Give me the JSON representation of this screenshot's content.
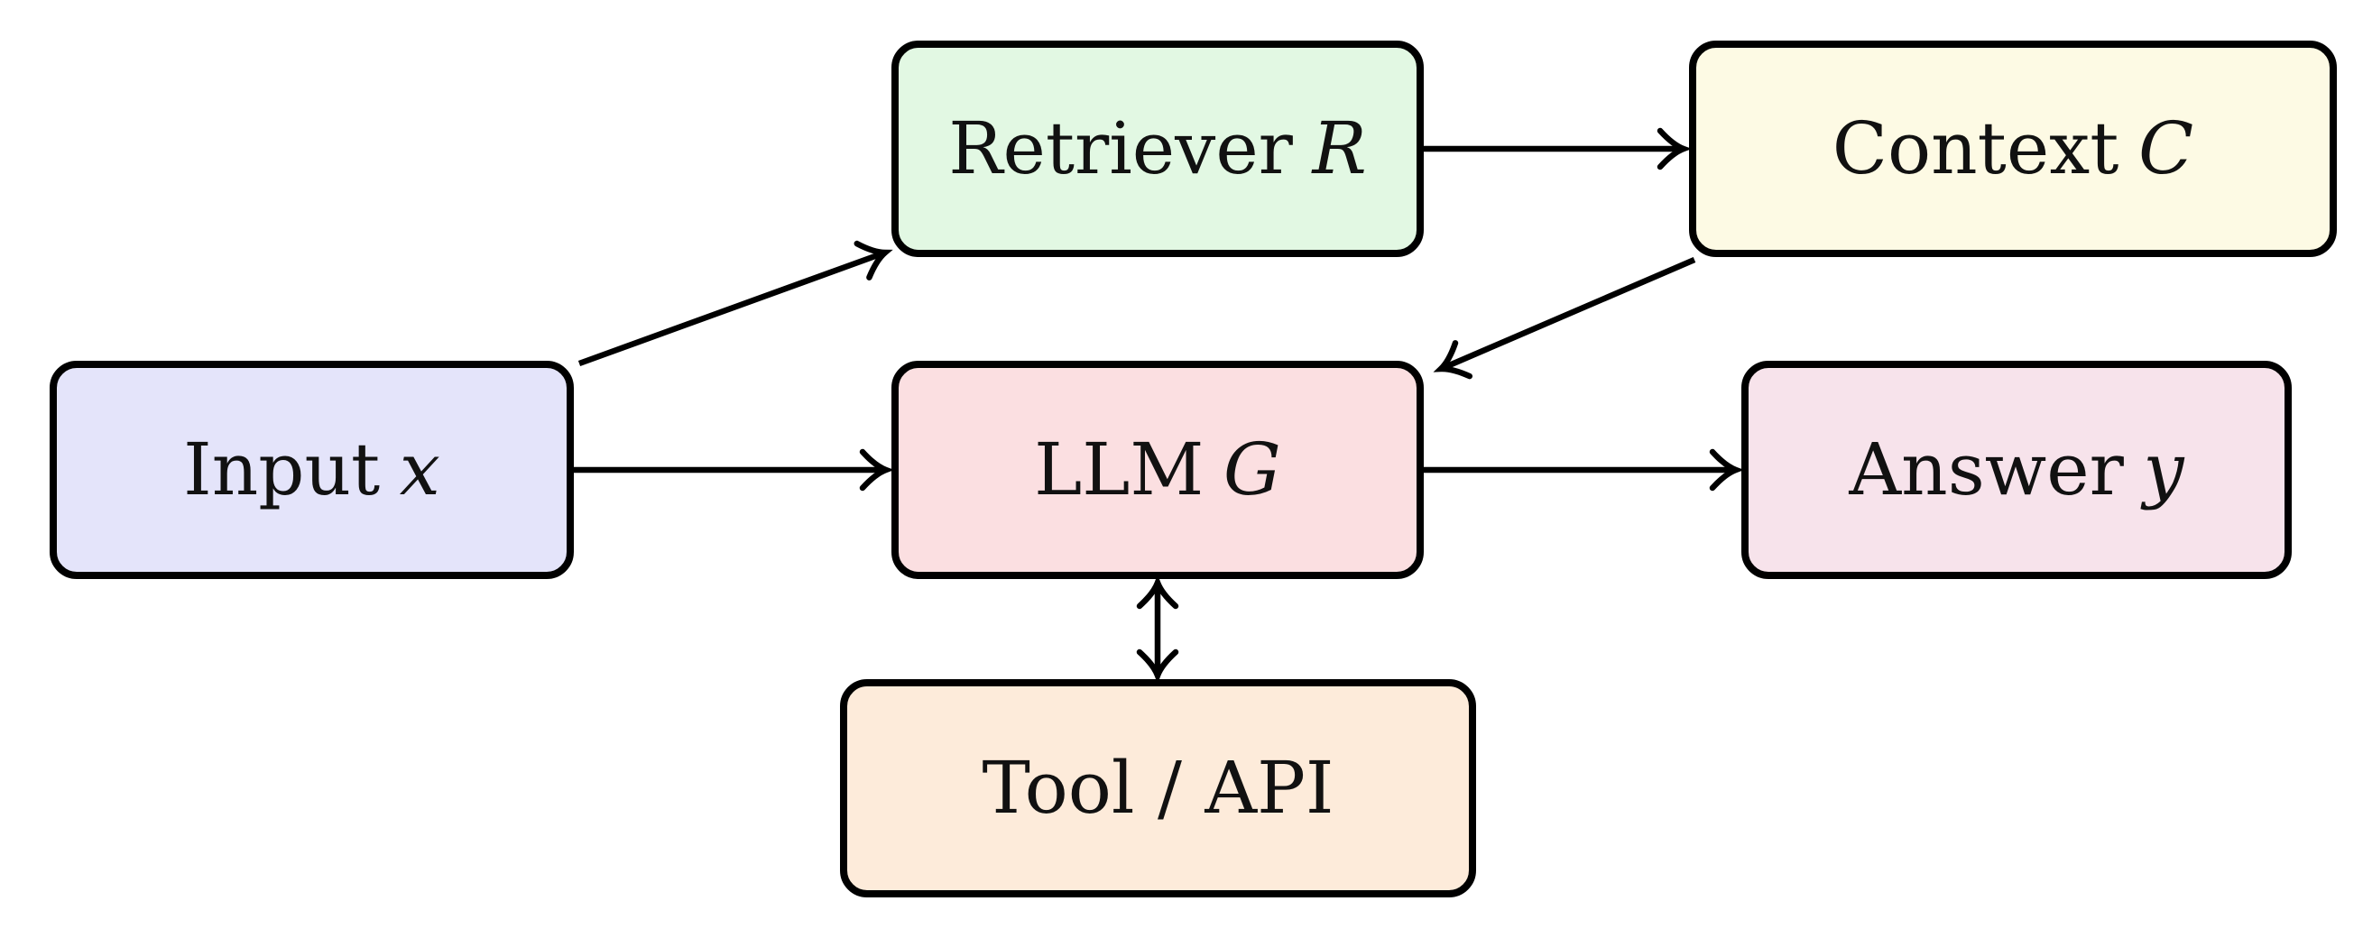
{
  "diagram": {
    "description": "Retrieval-augmented generation pipeline flow diagram",
    "nodes": [
      {
        "id": "input",
        "name": "Input",
        "var": "x",
        "fill": "#e4e4fa"
      },
      {
        "id": "retriever",
        "name": "Retriever",
        "var": "R",
        "fill": "#e2f8e3"
      },
      {
        "id": "context",
        "name": "Context",
        "var": "C",
        "fill": "#fdfae4"
      },
      {
        "id": "llm",
        "name": "LLM",
        "var": "G",
        "fill": "#fbdfe1"
      },
      {
        "id": "answer",
        "name": "Answer",
        "var": "y",
        "fill": "#f7e3eb"
      },
      {
        "id": "tool",
        "name": "Tool / API",
        "var": "",
        "fill": "#fdebda"
      }
    ],
    "edges": [
      {
        "from": "input",
        "to": "retriever",
        "style": "arrow"
      },
      {
        "from": "input",
        "to": "llm",
        "style": "arrow"
      },
      {
        "from": "retriever",
        "to": "context",
        "style": "arrow"
      },
      {
        "from": "context",
        "to": "llm",
        "style": "arrow"
      },
      {
        "from": "llm",
        "to": "answer",
        "style": "arrow"
      },
      {
        "from": "llm",
        "to": "tool",
        "style": "double-arrow"
      }
    ],
    "colors": {
      "background": "#ffffff",
      "node_border": "#000000",
      "arrow": "#000000",
      "text": "#111111"
    }
  }
}
